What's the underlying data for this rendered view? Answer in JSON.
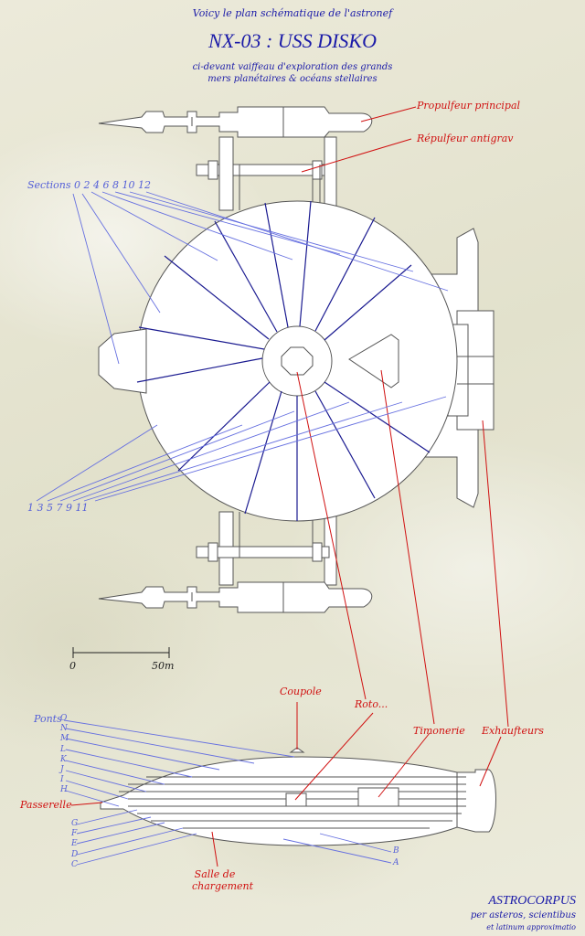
{
  "header": {
    "intro": "Voicy le plan schématique de l'astronef",
    "title": "NX-03 : USS DISKO",
    "subtitle_line1": "ci-devant vaiffeau d'exploration des grands",
    "subtitle_line2": "mers planétaires & océans stellaires"
  },
  "labels": {
    "propulseur": "Propulfeur principal",
    "repulseur": "Répulfeur antigrav",
    "sections_top": "Sections 0 2 4 6 8 10 12",
    "sections_bottom": "1 3 5 7 9 11",
    "coupole": "Coupole",
    "roto": "Roto...",
    "timonerie": "Timonerie",
    "exhaufteurs": "Exhaufteurs",
    "ponts": "Ponts",
    "passerelle": "Passerelle",
    "salle_line1": "Salle de",
    "salle_line2": "chargement",
    "deck_b": "B",
    "deck_a": "A"
  },
  "decks_upper": [
    "O",
    "N",
    "M",
    "L",
    "K",
    "J",
    "I",
    "H"
  ],
  "decks_lower": [
    "G",
    "F",
    "E",
    "D",
    "C"
  ],
  "scale": {
    "zero": "0",
    "end": "50m"
  },
  "footer": {
    "brand": "ASTROCORPUS",
    "line1": "per asteros, scientibus",
    "line2": "et latinum approximatio"
  },
  "colors": {
    "ink": "#1a1aa8",
    "callout_red": "#d01010",
    "callout_blue": "#6670e0",
    "hull": "#ffffff",
    "hull_line": "#555555"
  }
}
